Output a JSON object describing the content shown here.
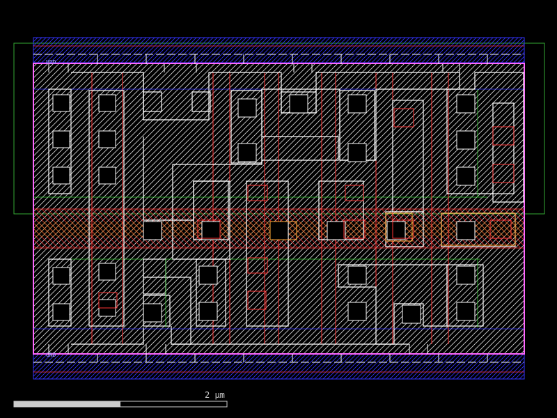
{
  "labels": {
    "vdd": "VDD",
    "gnd": "GND",
    "scale": "2 µm"
  },
  "colors": {
    "background": "#000000",
    "metal1": "#ffffff",
    "poly": "#ff3333",
    "diffusion": "#ffffff",
    "nwell": "#33cc33",
    "metal2": "#3333ff",
    "cell_boundary": "#ff66ff",
    "highlight": "#ffaa33"
  },
  "scale_bar": {
    "fraction": 0.5
  }
}
